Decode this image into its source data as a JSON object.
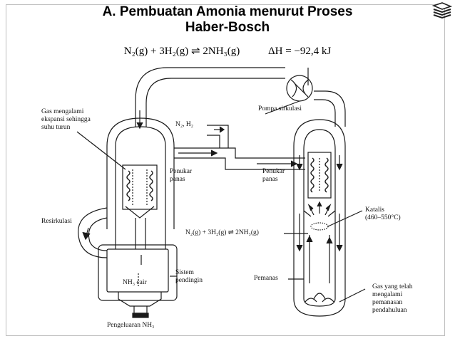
{
  "title": {
    "line1": "A. Pembuatan Amonia menurut Proses",
    "line2": "Haber-Bosch"
  },
  "reaction_main": {
    "equation": "N₂(g) + 3H₂(g) ⇌ 2NH₃(g)",
    "enthalpy": "ΔH = −92,4 kJ"
  },
  "labels": {
    "gas_expansion": [
      "Gas mengalami",
      "ekspansi sehingga",
      "suhu turun"
    ],
    "pompa": "Pompa sirkulasi",
    "n2h2": "N₂, H₂",
    "penukar_left": [
      "Penukar",
      "panas"
    ],
    "penukar_right": [
      "Penukar",
      "panas"
    ],
    "resirkulasi": "Resirkulasi",
    "reaction_inner": "N₂(g) + 3H₂(g) ⇌ 2NH₃(g)",
    "katalis": [
      "Katalis",
      "(460–550°C)"
    ],
    "sistem": [
      "Sistem",
      "pendingin"
    ],
    "nh3_cair": "NH₃ cair",
    "pemanas": "Pemanas",
    "gas_telah": [
      "Gas yang telah",
      "mengalami",
      "pemanasan",
      "pendahuluan"
    ],
    "pengeluaran": "Pengeluaran NH₃"
  },
  "colors": {
    "line": "#1a1a1a",
    "frame": "#bfbfbf"
  },
  "icons": {
    "corner": "book-stack-icon",
    "pump": "pump-icon"
  }
}
